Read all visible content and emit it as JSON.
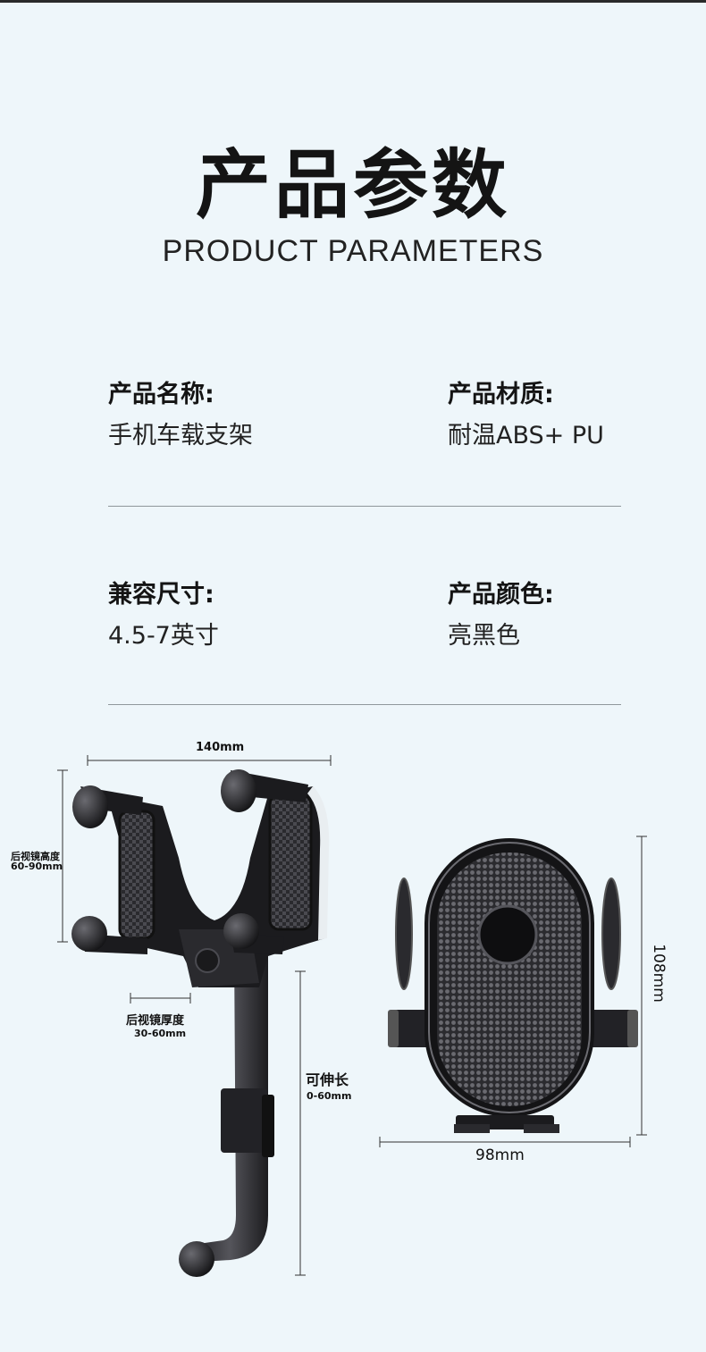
{
  "header": {
    "title_cn": "产品参数",
    "title_en": "PRODUCT PARAMETERS"
  },
  "params": [
    {
      "label": "产品名称:",
      "value": "手机车载支架"
    },
    {
      "label": "产品材质:",
      "value": "耐温ABS+ PU"
    },
    {
      "label": "兼容尺寸:",
      "value": "4.5-7英寸"
    },
    {
      "label": "产品颜色:",
      "value": "亮黑色"
    }
  ],
  "dimensions": {
    "width_top": "140mm",
    "mirror_height_label": "后视镜高度",
    "mirror_height_value": "60-90mm",
    "mirror_thickness_label": "后视镜厚度",
    "mirror_thickness_value": "30-60mm",
    "extend_label": "可伸长",
    "extend_value": "0-60mm",
    "holder_height": "108mm",
    "holder_width": "98mm"
  },
  "colors": {
    "background": "#eef6fa",
    "product": "#1b1b1e"
  }
}
